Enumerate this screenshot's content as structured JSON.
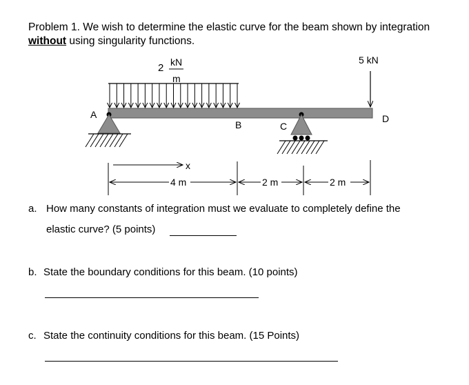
{
  "problem": {
    "line1": "Problem 1.  We wish to determine the elastic curve for the beam shown by integration",
    "emphasis": "without",
    "line2_rest": " using singularity functions."
  },
  "figure": {
    "dist_load_coef": "2",
    "dist_load_num": "kN",
    "dist_load_den": "m",
    "point_load": "5 kN",
    "label_A": "A",
    "label_B": "B",
    "label_C": "C",
    "label_D": "D",
    "x_label": "x",
    "dim_1": "4 m",
    "dim_2": "2 m",
    "dim_3": "2 m"
  },
  "questions": {
    "a_letter": "a.",
    "a_line1": "How many constants of integration must we evaluate to completely define the",
    "a_line2": "elastic curve?  (5 points)",
    "b_letter": "b.",
    "b_text": "State the boundary conditions for this beam. (10 points)",
    "c_letter": "c.",
    "c_text": "State the continuity conditions for this beam.  (15 Points)"
  }
}
